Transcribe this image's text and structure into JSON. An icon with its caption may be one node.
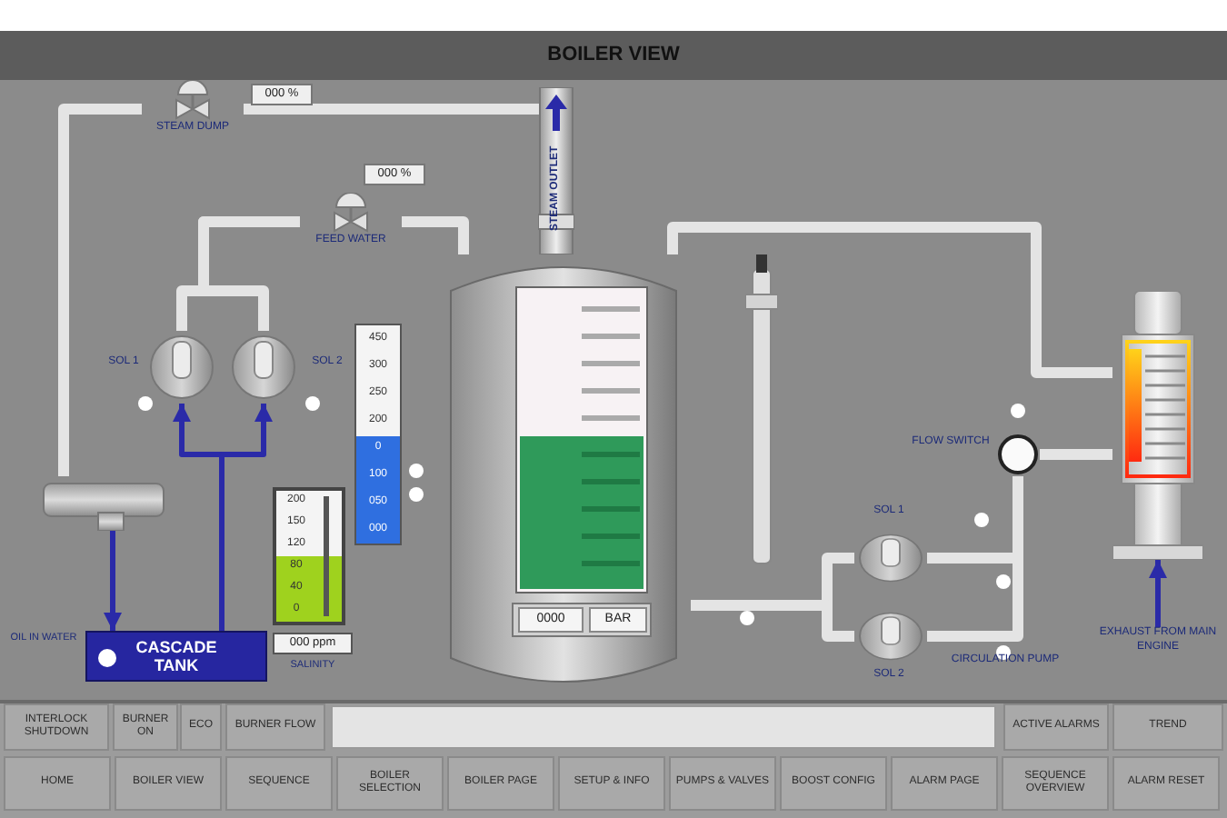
{
  "diagram": {
    "title": "BOILER VIEW",
    "nodes": [
      {
        "text": [
          "STEAM DUMP"
        ],
        "beside": [
          "000 %"
        ]
      },
      {
        "text": [
          "FEED WATER"
        ],
        "beside": [
          "000 %"
        ]
      },
      {
        "text": [
          "0000",
          "BAR"
        ]
      },
      {
        "text": [],
        "shape": "circle",
        "beside": [
          "SOL 1"
        ]
      },
      {
        "text": [],
        "shape": "circle",
        "beside": [
          "SOL 2"
        ]
      },
      {
        "text": [],
        "shape": "circle",
        "beside": [
          "FLOW SWITCH"
        ]
      },
      {
        "text": [],
        "shape": "box"
      },
      {
        "text": [],
        "shape": "box"
      },
      {
        "text": [],
        "shape": "circle",
        "beside": [
          "SOL 1"
        ]
      },
      {
        "text": [],
        "shape": "circle",
        "beside": [
          "SOL 2",
          "CIRCULATION PUMP"
        ]
      },
      {
        "text": [
          "CASCADE TANK"
        ]
      },
      {
        "text": [
          "EXHAUST FROM MAIN ENGINE"
        ]
      }
    ],
    "edges": [
      {
        "from": 2,
        "to": 0,
        "arrow": "none"
      },
      {
        "from": 0,
        "to": 7,
        "arrow": "none"
      },
      {
        "from": 7,
        "to": 10,
        "arrow": "to",
        "color": "#2a2aa8"
      },
      {
        "from": 10,
        "to": 3,
        "arrow": "to",
        "color": "#2a2aa8"
      },
      {
        "from": 10,
        "to": 4,
        "arrow": "to",
        "color": "#2a2aa8"
      },
      {
        "from": 3,
        "to": 1,
        "arrow": "none"
      },
      {
        "from": 4,
        "to": 1,
        "arrow": "none"
      },
      {
        "from": 1,
        "to": 2,
        "arrow": "none"
      },
      {
        "from": 2,
        "to": 8,
        "arrow": "none"
      },
      {
        "from": 2,
        "to": 9,
        "arrow": "none"
      },
      {
        "from": 8,
        "to": 5,
        "arrow": "none"
      },
      {
        "from": 9,
        "to": 5,
        "arrow": "none"
      },
      {
        "from": 5,
        "to": 6,
        "arrow": "none"
      },
      {
        "from": 6,
        "to": 2,
        "arrow": "none"
      },
      {
        "from": 11,
        "to": 6,
        "arrow": "to",
        "color": "#2a2aa8"
      }
    ],
    "labels": [
      "STEAM OUTLET",
      "450",
      "300",
      "250",
      "200",
      "0",
      "100",
      "050",
      "000",
      "200",
      "150",
      "120",
      "80",
      "40",
      "0",
      "000 ppm",
      "SALINITY",
      "OIL IN WATER",
      "INTERLOCK SHUTDOWN",
      "BURNER ON",
      "ECO",
      "BURNER FLOW",
      "ACTIVE ALARMS",
      "TREND",
      "HOME",
      "BOILER VIEW",
      "SEQUENCE",
      "BOILER SELECTION",
      "BOILER PAGE",
      "SETUP & INFO",
      "PUMPS & VALVES",
      "BOOST CONFIG",
      "ALARM PAGE",
      "SEQUENCE OVERVIEW",
      "ALARM RESET"
    ]
  }
}
